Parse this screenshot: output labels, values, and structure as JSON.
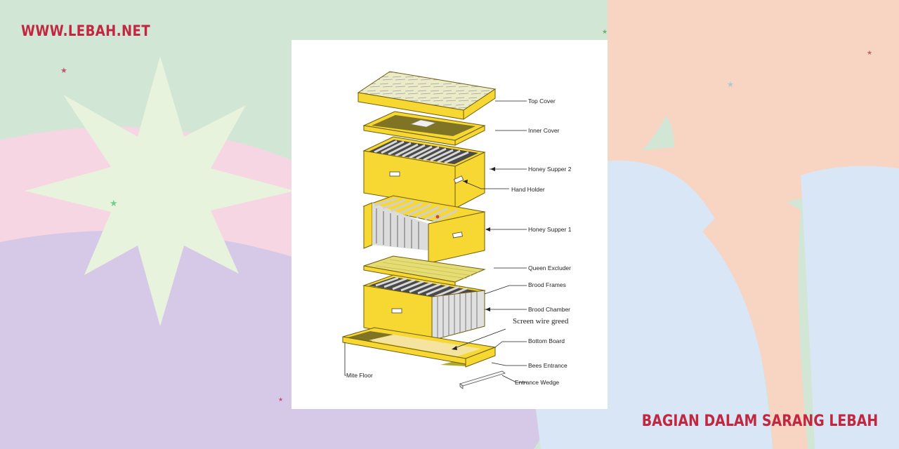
{
  "site_url": "WWW.LEBAH.NET",
  "page_title": "BAGIAN DALAM SARANG LEBAH",
  "colors": {
    "brand_red": "#c2273f",
    "hive_yellow": "#f7d731",
    "hive_outline": "#6d5c0a",
    "frame_gray": "#c9c9c9",
    "excluder_green": "#e5dc74"
  },
  "diagram": {
    "labels": {
      "top_cover": "Top Cover",
      "inner_cover": "Inner Cover",
      "honey_supper_2": "Honey Supper 2",
      "hand_holder": "Hand Holder",
      "honey_supper_1": "Honey Supper 1",
      "queen_excluder": "Queen Excluder",
      "brood_frames": "Brood Frames",
      "brood_chamber": "Brood Chamber",
      "screen_wire": "Screen wire greed",
      "bottom_board": "Bottom Board",
      "bees_entrance": "Bees Entrance",
      "entrance_wedge": "Entrance Wedge",
      "mite_floor": "Mite Floor"
    }
  }
}
